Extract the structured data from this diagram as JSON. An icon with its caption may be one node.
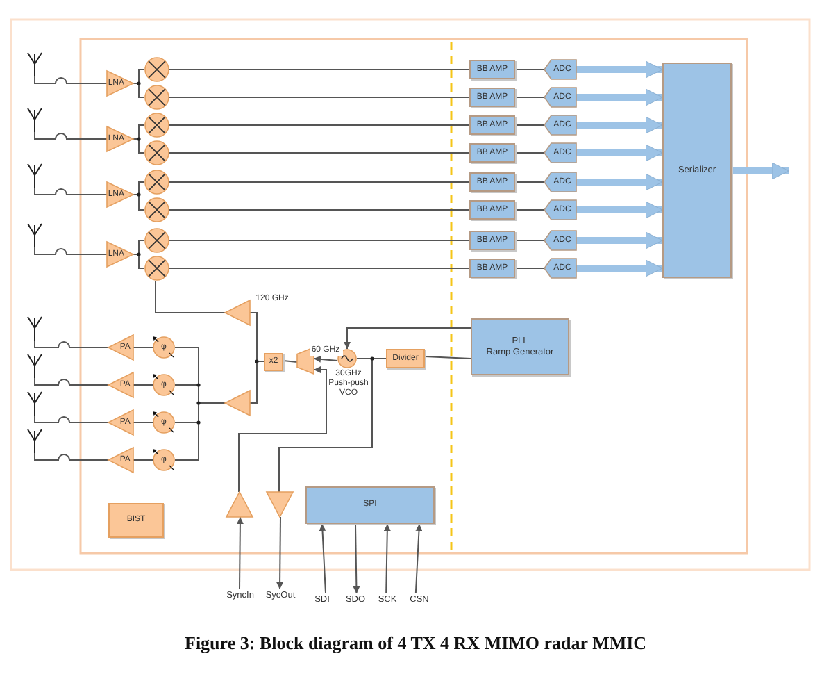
{
  "diagram": {
    "caption": "Figure 3: Block diagram of 4 TX 4 RX MIMO radar MMIC",
    "nodes": [
      {
        "text": [],
        "shape": "antenna"
      },
      {
        "text": [],
        "shape": "antenna"
      },
      {
        "text": [],
        "shape": "antenna"
      },
      {
        "text": [],
        "shape": "antenna"
      },
      {
        "text": [
          "LNA"
        ]
      },
      {
        "text": [
          "LNA"
        ]
      },
      {
        "text": [
          "LNA"
        ]
      },
      {
        "text": [
          "LNA"
        ]
      },
      {
        "text": [],
        "shape": "circle"
      },
      {
        "text": [],
        "shape": "circle"
      },
      {
        "text": [],
        "shape": "circle"
      },
      {
        "text": [],
        "shape": "circle"
      },
      {
        "text": [],
        "shape": "circle"
      },
      {
        "text": [],
        "shape": "circle"
      },
      {
        "text": [],
        "shape": "circle"
      },
      {
        "text": [],
        "shape": "circle"
      },
      {
        "text": [
          "BB AMP"
        ]
      },
      {
        "text": [
          "BB AMP"
        ]
      },
      {
        "text": [
          "BB AMP"
        ]
      },
      {
        "text": [
          "BB AMP"
        ]
      },
      {
        "text": [
          "BB AMP"
        ]
      },
      {
        "text": [
          "BB AMP"
        ]
      },
      {
        "text": [
          "BB AMP"
        ]
      },
      {
        "text": [
          "BB AMP"
        ]
      },
      {
        "text": [
          "ADC"
        ]
      },
      {
        "text": [
          "ADC"
        ]
      },
      {
        "text": [
          "ADC"
        ]
      },
      {
        "text": [
          "ADC"
        ]
      },
      {
        "text": [
          "ADC"
        ]
      },
      {
        "text": [
          "ADC"
        ]
      },
      {
        "text": [
          "ADC"
        ]
      },
      {
        "text": [
          "ADC"
        ]
      },
      {
        "text": [
          "Serializer"
        ]
      },
      {
        "text": [],
        "shape": "triangle",
        "beside": [
          "120 GHz"
        ]
      },
      {
        "text": [],
        "shape": "antenna"
      },
      {
        "text": [],
        "shape": "antenna"
      },
      {
        "text": [],
        "shape": "antenna"
      },
      {
        "text": [],
        "shape": "antenna"
      },
      {
        "text": [
          "PA"
        ]
      },
      {
        "text": [
          "PA"
        ]
      },
      {
        "text": [
          "PA"
        ]
      },
      {
        "text": [
          "PA"
        ]
      },
      {
        "text": [
          "φ"
        ]
      },
      {
        "text": [
          "φ"
        ]
      },
      {
        "text": [
          "φ"
        ]
      },
      {
        "text": [
          "φ"
        ]
      },
      {
        "text": [],
        "shape": "triangle"
      },
      {
        "text": [
          "x2"
        ]
      },
      {
        "text": [],
        "shape": "trapezoid"
      },
      {
        "text": [],
        "shape": "circle",
        "beside": [
          "30GHz Push-push VCO"
        ]
      },
      {
        "text": [
          "Divider"
        ]
      },
      {
        "text": [
          "PLL",
          "Ramp Generator"
        ]
      },
      {
        "text": [
          "BIST"
        ]
      },
      {
        "text": [],
        "shape": "triangle"
      },
      {
        "text": [],
        "shape": "triangle"
      },
      {
        "text": [
          "SPI"
        ]
      },
      {
        "text": [
          "SyncIn"
        ]
      },
      {
        "text": [
          "SycOut"
        ]
      },
      {
        "text": [
          "SDI"
        ]
      },
      {
        "text": [
          "SDO"
        ]
      },
      {
        "text": [
          "SCK"
        ]
      },
      {
        "text": [
          "CSN"
        ]
      }
    ],
    "edges": [
      {
        "from": 0,
        "to": 4,
        "arrow": "none"
      },
      {
        "from": 4,
        "to": 8,
        "arrow": "none"
      },
      {
        "from": 4,
        "to": 9,
        "arrow": "none"
      },
      {
        "from": 1,
        "to": 5,
        "arrow": "none"
      },
      {
        "from": 5,
        "to": 10,
        "arrow": "none"
      },
      {
        "from": 5,
        "to": 11,
        "arrow": "none"
      },
      {
        "from": 2,
        "to": 6,
        "arrow": "none"
      },
      {
        "from": 6,
        "to": 12,
        "arrow": "none"
      },
      {
        "from": 6,
        "to": 13,
        "arrow": "none"
      },
      {
        "from": 3,
        "to": 7,
        "arrow": "none"
      },
      {
        "from": 7,
        "to": 14,
        "arrow": "none"
      },
      {
        "from": 7,
        "to": 15,
        "arrow": "none"
      },
      {
        "from": 8,
        "to": 16,
        "arrow": "none"
      },
      {
        "from": 9,
        "to": 17,
        "arrow": "none"
      },
      {
        "from": 10,
        "to": 18,
        "arrow": "none"
      },
      {
        "from": 11,
        "to": 19,
        "arrow": "none"
      },
      {
        "from": 12,
        "to": 20,
        "arrow": "none"
      },
      {
        "from": 13,
        "to": 21,
        "arrow": "none"
      },
      {
        "from": 14,
        "to": 22,
        "arrow": "none"
      },
      {
        "from": 15,
        "to": 23,
        "arrow": "none"
      },
      {
        "from": 16,
        "to": 24,
        "arrow": "none"
      },
      {
        "from": 17,
        "to": 25,
        "arrow": "none"
      },
      {
        "from": 18,
        "to": 26,
        "arrow": "none"
      },
      {
        "from": 19,
        "to": 27,
        "arrow": "none"
      },
      {
        "from": 20,
        "to": 28,
        "arrow": "none"
      },
      {
        "from": 21,
        "to": 29,
        "arrow": "none"
      },
      {
        "from": 22,
        "to": 30,
        "arrow": "none"
      },
      {
        "from": 23,
        "to": 31,
        "arrow": "none"
      },
      {
        "from": 24,
        "to": 32,
        "arrow": "to",
        "style": "thick",
        "color": "#9dc3e6"
      },
      {
        "from": 25,
        "to": 32,
        "arrow": "to",
        "style": "thick",
        "color": "#9dc3e6"
      },
      {
        "from": 26,
        "to": 32,
        "arrow": "to",
        "style": "thick",
        "color": "#9dc3e6"
      },
      {
        "from": 27,
        "to": 32,
        "arrow": "to",
        "style": "thick",
        "color": "#9dc3e6"
      },
      {
        "from": 28,
        "to": 32,
        "arrow": "to",
        "style": "thick",
        "color": "#9dc3e6"
      },
      {
        "from": 29,
        "to": 32,
        "arrow": "to",
        "style": "thick",
        "color": "#9dc3e6"
      },
      {
        "from": 30,
        "to": 32,
        "arrow": "to",
        "style": "thick",
        "color": "#9dc3e6"
      },
      {
        "from": 31,
        "to": 32,
        "arrow": "to",
        "style": "thick",
        "color": "#9dc3e6"
      },
      {
        "from": 32,
        "to": null,
        "arrow": "to",
        "style": "thick",
        "color": "#9dc3e6"
      },
      {
        "from": 33,
        "to": 15,
        "arrow": "none"
      },
      {
        "from": 47,
        "to": 33,
        "arrow": "none"
      },
      {
        "from": 47,
        "to": 46,
        "arrow": "none"
      },
      {
        "from": 46,
        "to": 42,
        "arrow": "none"
      },
      {
        "from": 42,
        "to": 38,
        "arrow": "none"
      },
      {
        "from": 38,
        "to": 34,
        "arrow": "none"
      },
      {
        "from": 46,
        "to": 43,
        "arrow": "none"
      },
      {
        "from": 43,
        "to": 39,
        "arrow": "none"
      },
      {
        "from": 39,
        "to": 35,
        "arrow": "none"
      },
      {
        "from": 46,
        "to": 44,
        "arrow": "none"
      },
      {
        "from": 44,
        "to": 40,
        "arrow": "none"
      },
      {
        "from": 40,
        "to": 36,
        "arrow": "none"
      },
      {
        "from": 46,
        "to": 45,
        "arrow": "none"
      },
      {
        "from": 45,
        "to": 41,
        "arrow": "none"
      },
      {
        "from": 41,
        "to": 37,
        "arrow": "none"
      },
      {
        "from": 48,
        "to": 47,
        "arrow": "none"
      },
      {
        "from": 49,
        "to": 48,
        "arrow": "to",
        "label": "60 GHz"
      },
      {
        "from": 53,
        "to": 48,
        "arrow": "to"
      },
      {
        "from": 49,
        "to": 50,
        "arrow": "none"
      },
      {
        "from": 50,
        "to": 51,
        "arrow": "none"
      },
      {
        "from": 51,
        "to": 49,
        "arrow": "to"
      },
      {
        "from": 49,
        "to": 54,
        "arrow": "none"
      },
      {
        "from": 54,
        "to": 57,
        "arrow": "to"
      },
      {
        "from": 56,
        "to": 53,
        "arrow": "to"
      },
      {
        "from": 58,
        "to": 55,
        "arrow": "to"
      },
      {
        "from": 55,
        "to": 59,
        "arrow": "to"
      },
      {
        "from": 60,
        "to": 55,
        "arrow": "to"
      },
      {
        "from": 61,
        "to": 55,
        "arrow": "to"
      }
    ]
  }
}
